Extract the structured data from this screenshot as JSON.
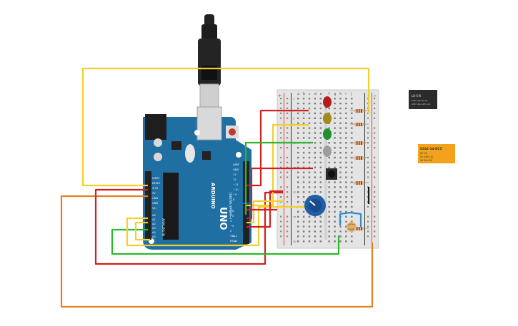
{
  "arduino": {
    "brand": "ARDUINO",
    "model": "UNO",
    "tm": "TM",
    "digital_label": "DIGITAL (PWM~)",
    "analog_label": "ANALOG IN",
    "power_pins": [
      "IOREF",
      "RESET",
      "3.3V",
      "5V",
      "GND",
      "GND",
      "Vin"
    ],
    "analog_pins": [
      "A0",
      "A1",
      "A2",
      "A3",
      "A4",
      "A5"
    ],
    "top_pins": [
      "AREF",
      "GND",
      "13",
      "12",
      "~11",
      "~10",
      "~9",
      "8"
    ],
    "bottom_pins": [
      "7",
      "~6",
      "~5",
      "4",
      "~3",
      "2",
      "TX►1",
      "RX◄0"
    ]
  },
  "breadboard": {
    "cols": [
      "a",
      "b",
      "c",
      "d",
      "e",
      "f",
      "g",
      "h",
      "i",
      "j"
    ],
    "row_labels": [
      "1",
      "5",
      "10",
      "15",
      "20",
      "25",
      "30"
    ],
    "plus": "+",
    "minus": "−"
  },
  "relays": [
    {
      "name": "relay-black",
      "lines": [
        "LU-5-R",
        "24V 10A 6V AC",
        "28V 10A 125V AC"
      ]
    },
    {
      "name": "relay-orange",
      "lines": [
        "G5LE-14-DC5",
        "DC 5V",
        "5A 250V AC",
        "5A 30V DC"
      ]
    }
  ],
  "wire_colors": {
    "yellow": "#f2cf2a",
    "red": "#d21f1f",
    "green": "#2db82d",
    "orange": "#e0811c",
    "blue": "#2c8ccf",
    "black": "#1a1a1a"
  }
}
